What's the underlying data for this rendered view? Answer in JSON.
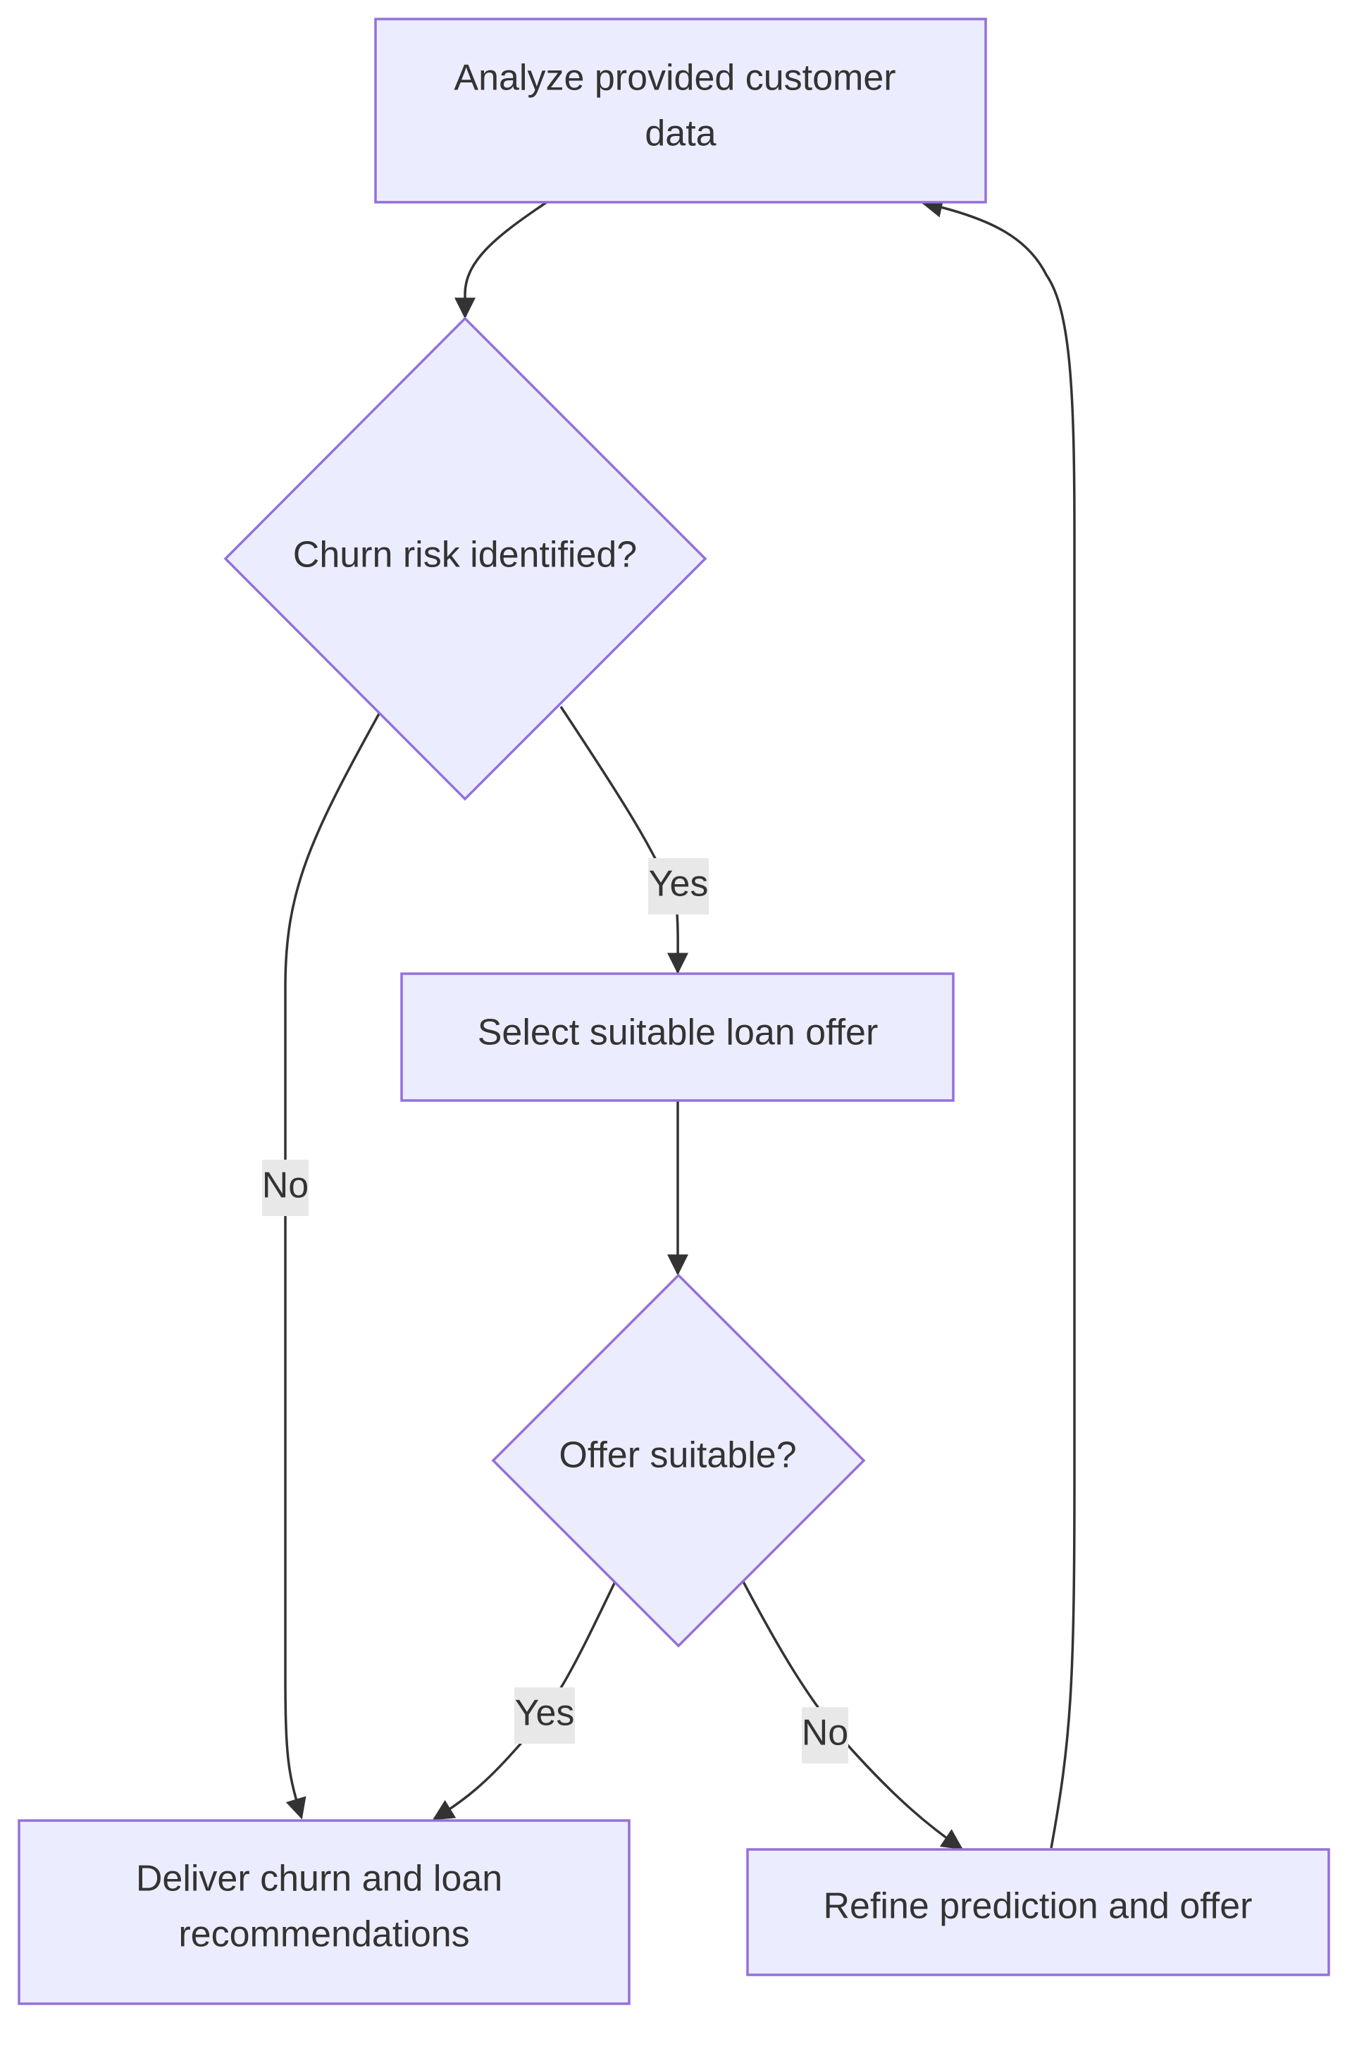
{
  "diagram": {
    "type": "flowchart",
    "direction": "top-down",
    "colors": {
      "node_fill": "#ECECFF",
      "node_stroke": "#9370DB",
      "edge": "#333333",
      "label_bg": "#E8E8E8",
      "text": "#333333"
    },
    "nodes": {
      "analyze": {
        "shape": "rectangle",
        "lines": [
          "Analyze provided customer",
          "data"
        ]
      },
      "churn": {
        "shape": "diamond",
        "lines": [
          "Churn risk identified?"
        ]
      },
      "select": {
        "shape": "rectangle",
        "lines": [
          "Select suitable loan offer"
        ]
      },
      "offer": {
        "shape": "diamond",
        "lines": [
          "Offer suitable?"
        ]
      },
      "deliver": {
        "shape": "rectangle",
        "lines": [
          "Deliver churn and loan",
          "recommendations"
        ]
      },
      "refine": {
        "shape": "rectangle",
        "lines": [
          "Refine prediction and offer"
        ]
      }
    },
    "edges": {
      "analyze_churn": {
        "from": "analyze",
        "to": "churn",
        "label": ""
      },
      "churn_select": {
        "from": "churn",
        "to": "select",
        "label": "Yes"
      },
      "churn_deliver": {
        "from": "churn",
        "to": "deliver",
        "label": "No"
      },
      "select_offer": {
        "from": "select",
        "to": "offer",
        "label": ""
      },
      "offer_deliver": {
        "from": "offer",
        "to": "deliver",
        "label": "Yes"
      },
      "offer_refine": {
        "from": "offer",
        "to": "refine",
        "label": "No"
      },
      "refine_analyze": {
        "from": "refine",
        "to": "analyze",
        "label": ""
      }
    }
  }
}
